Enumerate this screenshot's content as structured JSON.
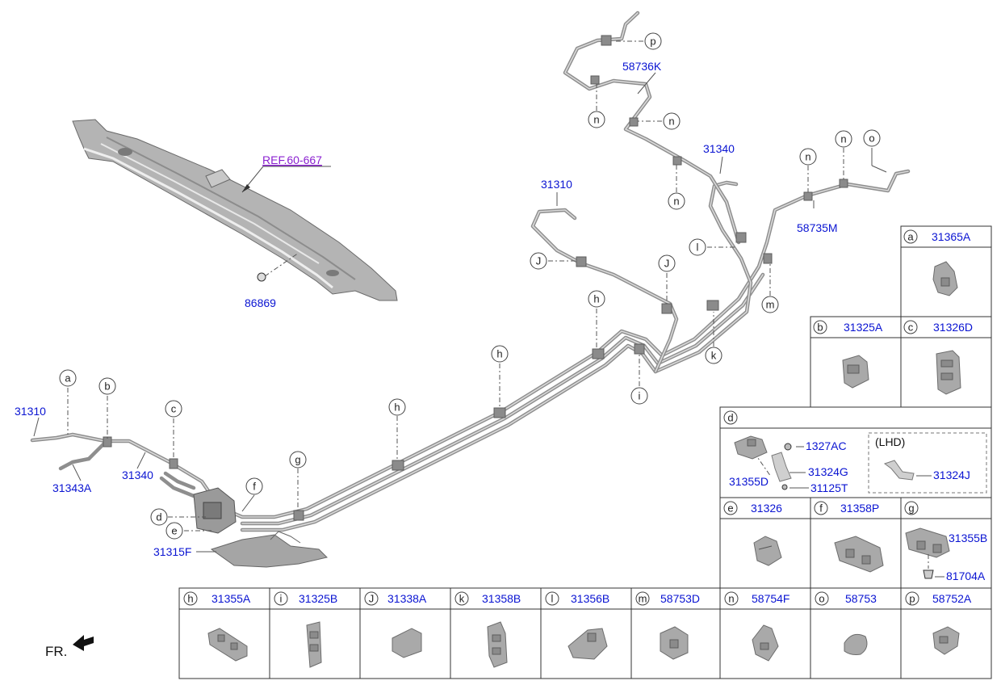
{
  "diagram": {
    "frame_ref": "REF.60-667",
    "labels": {
      "p86869": "86869",
      "p31310_top": "31310",
      "p31310_left": "31310",
      "p31340_top": "31340",
      "p31340_mid": "31340",
      "p58736K": "58736K",
      "p58735M": "58735M",
      "p31343A": "31343A",
      "p31315F": "31315F"
    },
    "direction": "FR."
  },
  "callouts": [
    "a",
    "b",
    "c",
    "d",
    "e",
    "f",
    "g",
    "h",
    "i",
    "J",
    "k",
    "l",
    "m",
    "n",
    "o",
    "p"
  ],
  "legend": {
    "a": {
      "letter": "a",
      "part": "31365A"
    },
    "b": {
      "letter": "b",
      "part": "31325A"
    },
    "c": {
      "letter": "c",
      "part": "31326D"
    },
    "d": {
      "letter": "d",
      "parts": [
        "1327AC",
        "31324G",
        "31355D",
        "31125T",
        "31324J"
      ],
      "lhd": "(LHD)"
    },
    "e": {
      "letter": "e",
      "part": "31326"
    },
    "f": {
      "letter": "f",
      "part": "31358P"
    },
    "g": {
      "letter": "g",
      "parts": [
        "31355B",
        "81704A"
      ]
    },
    "h": {
      "letter": "h",
      "part": "31355A"
    },
    "i": {
      "letter": "i",
      "part": "31325B"
    },
    "j": {
      "letter": "J",
      "part": "31338A"
    },
    "k": {
      "letter": "k",
      "part": "31358B"
    },
    "l": {
      "letter": "l",
      "part": "31356B"
    },
    "m": {
      "letter": "m",
      "part": "58753D"
    },
    "n": {
      "letter": "n",
      "part": "58754F"
    },
    "o": {
      "letter": "o",
      "part": "58753"
    },
    "p": {
      "letter": "p",
      "part": "58752A"
    }
  },
  "colors": {
    "part_number": "#0a14d2",
    "reference": "#8a1fd0",
    "pipe": "#8e8e8e"
  }
}
